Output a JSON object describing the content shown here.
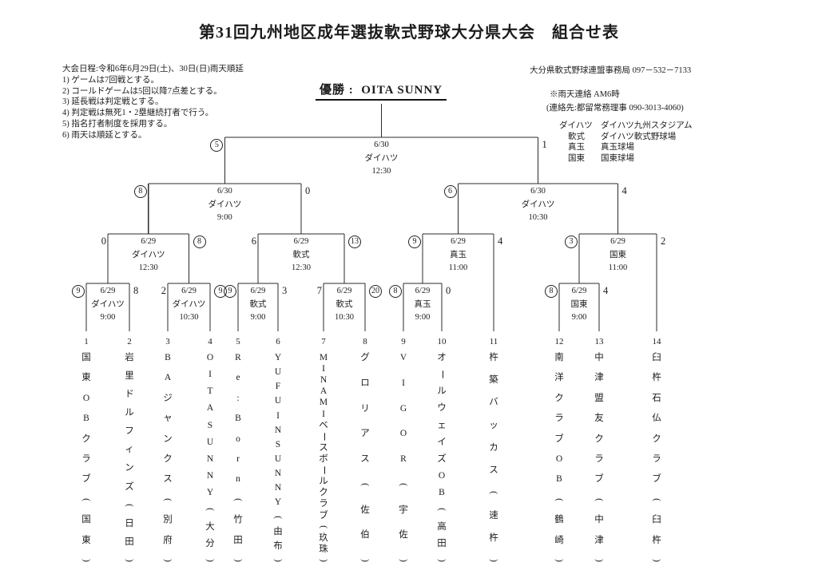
{
  "page_title": "第31回九州地区成年選抜軟式野球大分県大会　組合せ表",
  "header": {
    "schedule": "大会日程:令和6年6月29日(土)、30日(日)雨天順延",
    "rules": [
      "1) ゲームは7回戦とする。",
      "2) コールドゲームは5回以降7点差とする。",
      "3) 延長戦は判定戦とする。",
      "4) 判定戦は無死1・2塁継続打者で行う。",
      "5) 指名打者制度を採用する。",
      "6) 雨天は順延とする。"
    ],
    "office": "大分県軟式野球連盟事務局  097－532－7133",
    "rain_note": "※雨天連絡  AM6時",
    "rain_contact": "(連絡先:都留常務理事  090-3013-4060)",
    "venues": [
      {
        "key": "ダイハツ",
        "name": "ダイハツ九州スタジアム"
      },
      {
        "key": "軟式",
        "name": "ダイハツ軟式野球場"
      },
      {
        "key": "真玉",
        "name": "真玉球場"
      },
      {
        "key": "国東",
        "name": "国東球場"
      }
    ]
  },
  "champion": {
    "label": "優勝",
    "separator": ":",
    "name": "OITA SUNNY"
  },
  "teams": [
    {
      "no": "1",
      "name": "国東OBクラブ(国東)"
    },
    {
      "no": "2",
      "name": "岩里ドルフィンズ(日田)"
    },
    {
      "no": "3",
      "name": "BAジャンクス(別府)"
    },
    {
      "no": "4",
      "name": "OITA SUNNY(大分)"
    },
    {
      "no": "5",
      "name": "Re:Born(竹田)"
    },
    {
      "no": "6",
      "name": "YUFUIN SUNNY(由布)"
    },
    {
      "no": "7",
      "name": "MINAMIベースボールクラブ(玖珠)"
    },
    {
      "no": "8",
      "name": "グロリアス(佐伯)"
    },
    {
      "no": "9",
      "name": "VIGOR(宇佐)"
    },
    {
      "no": "10",
      "name": "オールウェイズOB(高田)"
    },
    {
      "no": "11",
      "name": "杵築バッカス(速杵)"
    },
    {
      "no": "12",
      "name": "南洋クラブOB(鶴崎)"
    },
    {
      "no": "13",
      "name": "中津盟友クラブ(中津)"
    },
    {
      "no": "14",
      "name": "臼杵石仏クラブ(臼杵)"
    }
  ],
  "rounds": {
    "round1": [
      {
        "date": "6/29",
        "venue": "ダイハツ",
        "time": "9:00",
        "left_score": "9",
        "right_score": "8",
        "winner": "left"
      },
      {
        "date": "6/29",
        "venue": "ダイハツ",
        "time": "10:30",
        "left_score": "2",
        "right_score": "9",
        "winner": "right"
      },
      {
        "date": "6/29",
        "venue": "軟式",
        "time": "9:00",
        "left_score": "9",
        "right_score": "3",
        "winner": "left"
      },
      {
        "date": "6/29",
        "venue": "軟式",
        "time": "10:30",
        "left_score": "7",
        "right_score": "20",
        "winner": "right"
      },
      {
        "date": "6/29",
        "venue": "真玉",
        "time": "9:00",
        "left_score": "8",
        "right_score": "0",
        "winner": "left"
      },
      {
        "date": "6/29",
        "venue": "国東",
        "time": "9:00",
        "left_score": "8",
        "right_score": "4",
        "winner": "left"
      }
    ],
    "quarterfinal": [
      {
        "date": "6/29",
        "venue": "ダイハツ",
        "time": "12:30",
        "left_score": "0",
        "right_score": "8",
        "winner": "right"
      },
      {
        "date": "6/29",
        "venue": "軟式",
        "time": "12:30",
        "left_score": "6",
        "right_score": "13",
        "winner": "right"
      },
      {
        "date": "6/29",
        "venue": "真玉",
        "time": "11:00",
        "left_score": "9",
        "right_score": "4",
        "winner": "left"
      },
      {
        "date": "6/29",
        "venue": "国東",
        "time": "11:00",
        "left_score": "3",
        "right_score": "2",
        "winner": "left"
      }
    ],
    "semifinal": [
      {
        "date": "6/30",
        "venue": "ダイハツ",
        "time": "9:00",
        "left_score": "8",
        "right_score": "0",
        "winner": "left"
      },
      {
        "date": "6/30",
        "venue": "ダイハツ",
        "time": "10:30",
        "left_score": "6",
        "right_score": "4",
        "winner": "left"
      }
    ],
    "final": {
      "date": "6/30",
      "venue": "ダイハツ",
      "time": "12:30",
      "left_score": "5",
      "right_score": "1",
      "winner": "left"
    }
  },
  "colors": {
    "line": "#2b2b2b",
    "text": "#1c1c1c",
    "background": "#ffffff"
  }
}
